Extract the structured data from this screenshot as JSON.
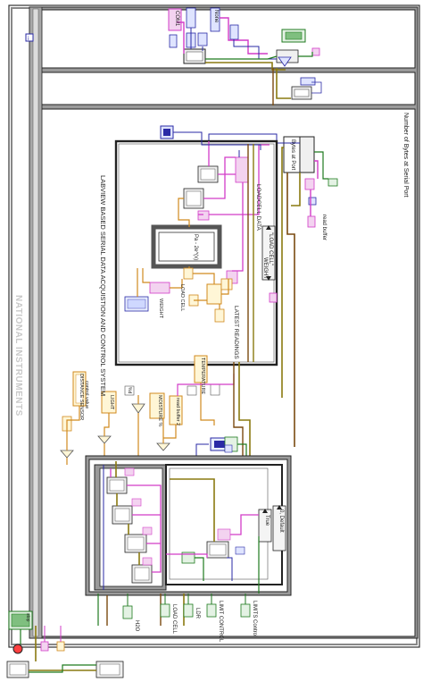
{
  "texts": {
    "system_title": "LABVIEW BASED SERIAL DATA ACQUISTION AND CONTROL SYSTEM",
    "bytes_at_port_caption": "Number of Bytes at Serial Port",
    "read_buffer": "read buffer",
    "bytes_at_port_node": "Bytes at Port",
    "load_cell_case": "\"LOAD CELL\"",
    "loadcell_data": "LOADCELL DATA",
    "weight": "WEIGHT",
    "weight_2": "WEIGHT",
    "latest_readings": "LATEST READINGS",
    "load_cell_small": "LOAD CELL",
    "default_case": "0, Default",
    "true_case": "True",
    "com1": "COM1",
    "none": "None",
    "load_cell_indicator": "LOAD CELL",
    "limit_control": "LIMIT CONTROL",
    "limits_control": "LIMITS Control",
    "h2o": "H2O",
    "ldr": "LDR",
    "temperature": "TEMPERATURE",
    "moisture": "MOISTURE %",
    "read_buffer_2": "read buffer 2",
    "distance_sensor": "DISTANCE SENSOR",
    "control_value": "control value",
    "light": "LIGHT",
    "watermark": "NATIONAL INSTRUMENTS",
    "stop": "stop",
    "formula": "Pa - 2e^(x)",
    "fmt": "%d"
  },
  "colors": {
    "wire_blue": "#2a2aa6",
    "wire_orange": "#d08a1e",
    "wire_pink": "#d23cc8",
    "wire_green": "#1f7a1f",
    "wire_olive": "#8a7a10",
    "wire_brown": "#7a4a10",
    "frame_gray": "#8c8c8c",
    "frame_border": "#222222"
  }
}
